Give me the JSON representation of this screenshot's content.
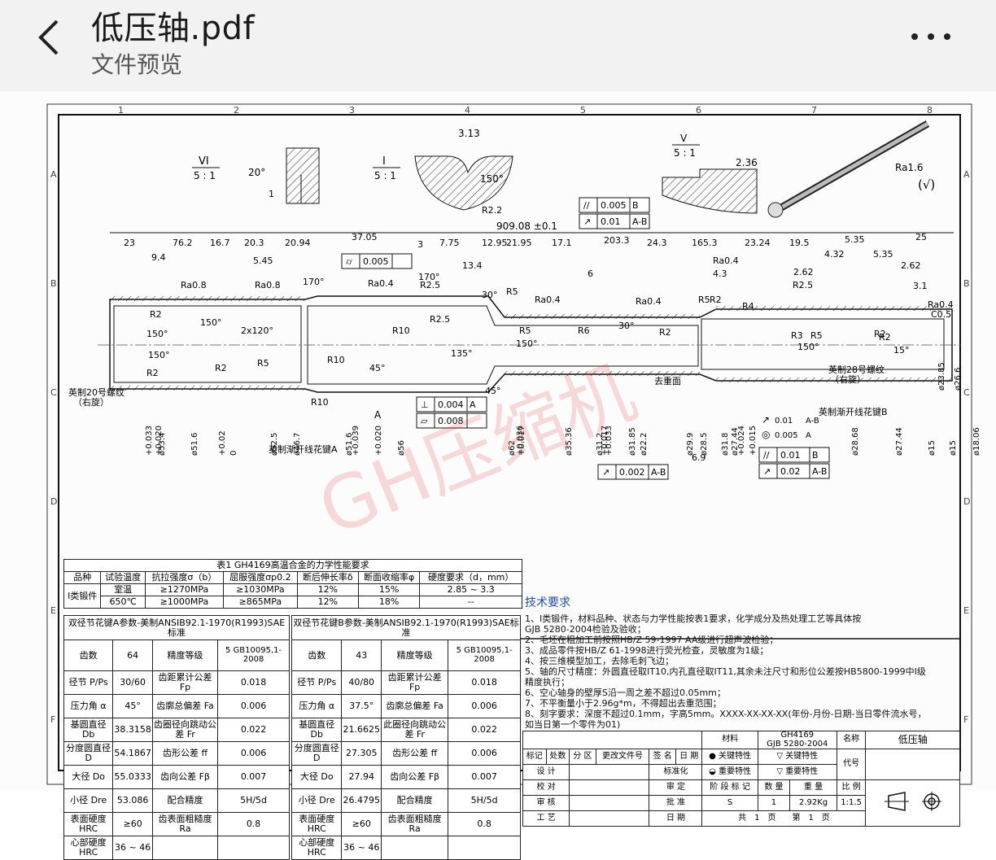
{
  "header": {
    "file_title": "低压轴.pdf",
    "subtitle": "文件预览",
    "back_icon": "chevron-left-icon",
    "more_icon": "more-horizontal-icon"
  },
  "drawing": {
    "grid_cols": [
      "1",
      "2",
      "3",
      "4",
      "5",
      "6",
      "7",
      "8"
    ],
    "grid_rows": [
      "A",
      "B",
      "C",
      "D",
      "E",
      "F"
    ],
    "view_vi": {
      "label": "VI",
      "scale": "5 : 1",
      "angle": "20°",
      "dim": "1"
    },
    "view_i": {
      "label": "I",
      "scale": "5 : 1",
      "dim1": "3.13",
      "angle": "150°",
      "radius": "R2.2"
    },
    "view_v": {
      "label": "V",
      "scale": "5 : 1",
      "dim": "2.36"
    },
    "surface": {
      "roughness": "Ra1.6",
      "symbol": "(√)"
    },
    "tolerance_top": [
      {
        "sym": "//",
        "val": "0.005",
        "ref": "B"
      },
      {
        "sym": "↗",
        "val": "0.01",
        "ref": "A-B"
      }
    ],
    "total_length": "909.08 ±0.1",
    "top_dims": [
      "23",
      "9.4",
      "76.2",
      "16.7",
      "20.3",
      "5.45",
      "20.94",
      "37.05",
      "3",
      "7.75",
      "13.4",
      "12.95",
      "21.95",
      "17.1",
      "6",
      "203.3",
      "24.3",
      "165.3",
      "4.3",
      "23.24",
      "19.5",
      "5.35",
      "4.32",
      "5.35",
      "2.62",
      "2.62",
      "3.1",
      "25"
    ],
    "flatness": {
      "sym": "⌭",
      "val": "0.005"
    },
    "roughness_marks": [
      "Ra0.8",
      "Ra0.8",
      "Ra0.4",
      "Ra0.4",
      "Ra0.4",
      "Ra0.4",
      "Ra0.4"
    ],
    "angles": [
      "150°",
      "150°",
      "150°",
      "2x120°",
      "170°",
      "170°",
      "30°",
      "135°",
      "150°",
      "45°",
      "45°",
      "30°",
      "150°",
      "15°"
    ],
    "radii": [
      "R2",
      "R2",
      "R2",
      "R5",
      "R10",
      "R10",
      "R10",
      "R2.5",
      "R2.5",
      "R5",
      "R5",
      "R6",
      "R2",
      "R5",
      "R2",
      "R4",
      "R3",
      "R5",
      "R2",
      "R2.5",
      "R2"
    ],
    "chamfer": "C0.5",
    "feature_labels": [
      "英制20号螺纹",
      "（右旋）",
      "英制渐开线花键A",
      "去重面",
      "英制28号螺纹",
      "（右旋）",
      "英制渐开线花键B"
    ],
    "datum_a": {
      "perp": "⊥",
      "perp_val": "0.004",
      "ref": "A",
      "flat": "▱",
      "flat_val": "0.008",
      "datum": "A"
    },
    "runout_mid": {
      "sym": "↗",
      "val": "0.002",
      "ref": "A-B"
    },
    "tol_right": [
      {
        "sym": "//",
        "val": "0.01",
        "ref": "B"
      },
      {
        "sym": "↗",
        "val": "0.02",
        "ref": "A-B"
      }
    ],
    "dim_6_9": "6.9",
    "dia_dims": [
      "+0.033",
      "+0.020",
      "ø53.4",
      "ø51.6",
      "+0.02",
      "0",
      "ø52.5",
      "ø46.7",
      "ø51.6",
      "+0.039",
      "+0.020",
      "ø56",
      "ø62",
      "+0.036",
      "+0.017",
      "ø35.36",
      "ø31.2",
      "+0.033",
      "+0.017",
      "ø31.85",
      "ø22.2",
      "ø29.9",
      "ø28.5",
      "ø31.8",
      "ø27.44",
      "+0.024",
      "+0.015",
      "ø28.68",
      "ø27.44",
      "ø15",
      "ø15",
      "ø18.06",
      "ø23.85",
      "ø26.6"
    ],
    "concentricity_right": {
      "sym": "◎",
      "val": "0.005",
      "ref": "A"
    },
    "runout_right": {
      "sym": "↗",
      "val": "0.01",
      "ref": "A-B"
    },
    "watermark": "GH压缩机"
  },
  "table1": {
    "title": "表1 GH4169高温合金的力学性能要求",
    "headers": [
      "品种",
      "试验温度",
      "抗拉强度σ（b）",
      "屈服强度σp0.2",
      "断后伸长率δ",
      "断面收缩率φ",
      "硬度要求（d，mm）"
    ],
    "product": "I类锻件",
    "rows": [
      [
        "室温",
        "≥1270MPa",
        "≥1030MPa",
        "12%",
        "15%",
        "2.85 ~ 3.3"
      ],
      [
        "650℃",
        "≥1000MPa",
        "≥865MPa",
        "12%",
        "18%",
        "--"
      ]
    ]
  },
  "spline_a": {
    "title": "双径节花键A参数-美制ANSIB92.1-1970(R1993)SAE标准",
    "std": "5 GB10095,1-2008",
    "rows": [
      [
        "齿数",
        "64",
        "精度等级",
        ""
      ],
      [
        "径节 P/Ps",
        "30/60",
        "齿距累计公差 Fp",
        "0.018"
      ],
      [
        "压力角 α",
        "45°",
        "齿廓总偏差 Fa",
        "0.006"
      ],
      [
        "基圆直径 Db",
        "38.3158",
        "齿圈径向跳动公差 Fr",
        "0.022"
      ],
      [
        "分度圆直径 D",
        "54.1867",
        "齿形公差 ff",
        "0.006"
      ],
      [
        "大径 Do",
        "55.0333",
        "齿向公差 Fβ",
        "0.007"
      ],
      [
        "小径 Dre",
        "53.086",
        "配合精度",
        "5H/5d"
      ],
      [
        "表面硬度 HRC",
        "≥60",
        "齿表面粗糙度 Ra",
        "0.8"
      ],
      [
        "心部硬度 HRC",
        "36 ~ 46",
        "",
        ""
      ]
    ]
  },
  "spline_b": {
    "title": "双径节花键B参数-美制ANSIB92.1-1970(R1993)SAE标准",
    "std": "5 GB10095,1-2008",
    "rows": [
      [
        "齿数",
        "43",
        "精度等级",
        ""
      ],
      [
        "径节 P/Ps",
        "40/80",
        "齿距累计公差 Fp",
        "0.018"
      ],
      [
        "压力角 α",
        "37.5°",
        "齿廓总偏差 Fa",
        "0.006"
      ],
      [
        "基圆直径 Db",
        "21.6625",
        "此圈径向跳动公差 Fr",
        "0.022"
      ],
      [
        "分度圆直径 D",
        "27.305",
        "齿形公差 ff",
        "0.006"
      ],
      [
        "大径 Do",
        "27.94",
        "齿向公差 Fβ",
        "0.007"
      ],
      [
        "小径 Dre",
        "26.4795",
        "配合精度",
        "5H/5d"
      ],
      [
        "表面硬度 HRC",
        "≥60",
        "齿表面粗糙度 Ra",
        "0.8"
      ],
      [
        "心部硬度 HRC",
        "36 ~ 46",
        "",
        ""
      ]
    ]
  },
  "tech": {
    "heading": "技术要求",
    "lines": [
      "1、I类锻件，材料品种、状态与力学性能按表1要求，化学成分及热处理工艺等具体按",
      "   GJB 5280-2004检验及验收；",
      "2、毛坯在粗加工前按照HB/Z 59-1997 AA级进行超声波检验；",
      "3、成品零件按HB/Z 61-1998进行荧光检查，灵敏度为1级；",
      "4、按三维模型加工，去除毛刺飞边；",
      "5、轴的尺寸精度：外圆直径取IT10,内孔直径取IT11,其余未注尺寸和形位公差按HB5800-1999中I级",
      "   精度执行；",
      "6、空心轴身的壁厚S沿一周之差不超过0.05mm；",
      "7、不平衡量小于2.96g*m，不得超出去重范围；",
      "8、刻字要求：深度不超过0.1mm，字高5mm。XXXX-XX-XX-XX(年份-月份-日期-当日零件流水号，",
      "   如当日第一个零件为01)"
    ]
  },
  "title_block": {
    "material_label": "材料",
    "material": "GH4169",
    "material_std": "GJB 5280-2004",
    "name_label": "名称",
    "part_name": "低压轴",
    "code_label": "代号",
    "rev_headers": [
      "标记",
      "处数",
      "分 区",
      "更改文件号",
      "签 名",
      "日 期"
    ],
    "roles": [
      "设 计",
      "校 对",
      "审 核",
      "工 艺"
    ],
    "roles2": [
      "标准化",
      "审 定",
      "批 准",
      "日 期"
    ],
    "key_char": "关键特性",
    "key_char2": "关键特性",
    "imp_char": "重要特性",
    "imp_char2": "重要特性",
    "stage_label": "阶 段 标 记",
    "qty_label": "数 量",
    "weight_label": "重 量",
    "ratio_label": "比 例",
    "stage": "S",
    "qty": "1",
    "weight": "2.92Kg",
    "ratio": "1:1.5",
    "sheets": "共　1　页　　第　1　页"
  }
}
